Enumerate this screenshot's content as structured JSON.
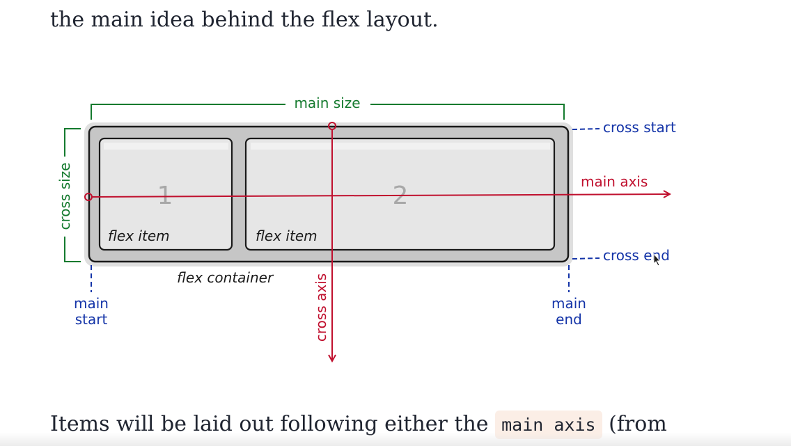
{
  "article": {
    "intro_line": "the main idea behind the flex layout.",
    "next_line_before": "Items will be laid out following either the ",
    "next_line_code": "main axis",
    "next_line_after": " (from"
  },
  "diagram": {
    "labels": {
      "main_size": "main size",
      "cross_size": "cross size",
      "cross_start": "cross start",
      "cross_end": "cross end",
      "main_axis": "main axis",
      "cross_axis": "cross axis",
      "main_start_1": "main",
      "main_start_2": "start",
      "main_end_1": "main",
      "main_end_2": "end",
      "flex_container": "flex container"
    },
    "items": [
      {
        "number": "1",
        "caption": "flex item"
      },
      {
        "number": "2",
        "caption": "flex item"
      }
    ],
    "colors": {
      "green": "#147a2e",
      "blue": "#1434a8",
      "red": "#c0102e",
      "container_fill": "#c9c9c9",
      "item_fill": "#e6e6e6",
      "outline": "#1a1a1a"
    }
  }
}
